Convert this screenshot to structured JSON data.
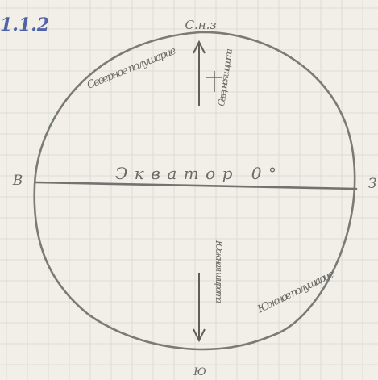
{
  "page": {
    "heading": "1.1.2"
  },
  "labels": {
    "north": "С.н.з",
    "south": "Ю",
    "west": "В",
    "east": "З",
    "equator": "Экватор 0°",
    "northern_hemisphere": "Северное полушарие",
    "northern_arrow": "Северная широта",
    "southern_arrow": "Южная широта",
    "southern_hemisphere": "Южное полушарие"
  },
  "colors": {
    "paper": "#f1efe8",
    "grid": "#dcdcd8",
    "pencil": "#6a6a66",
    "ink": "#5163a6"
  }
}
